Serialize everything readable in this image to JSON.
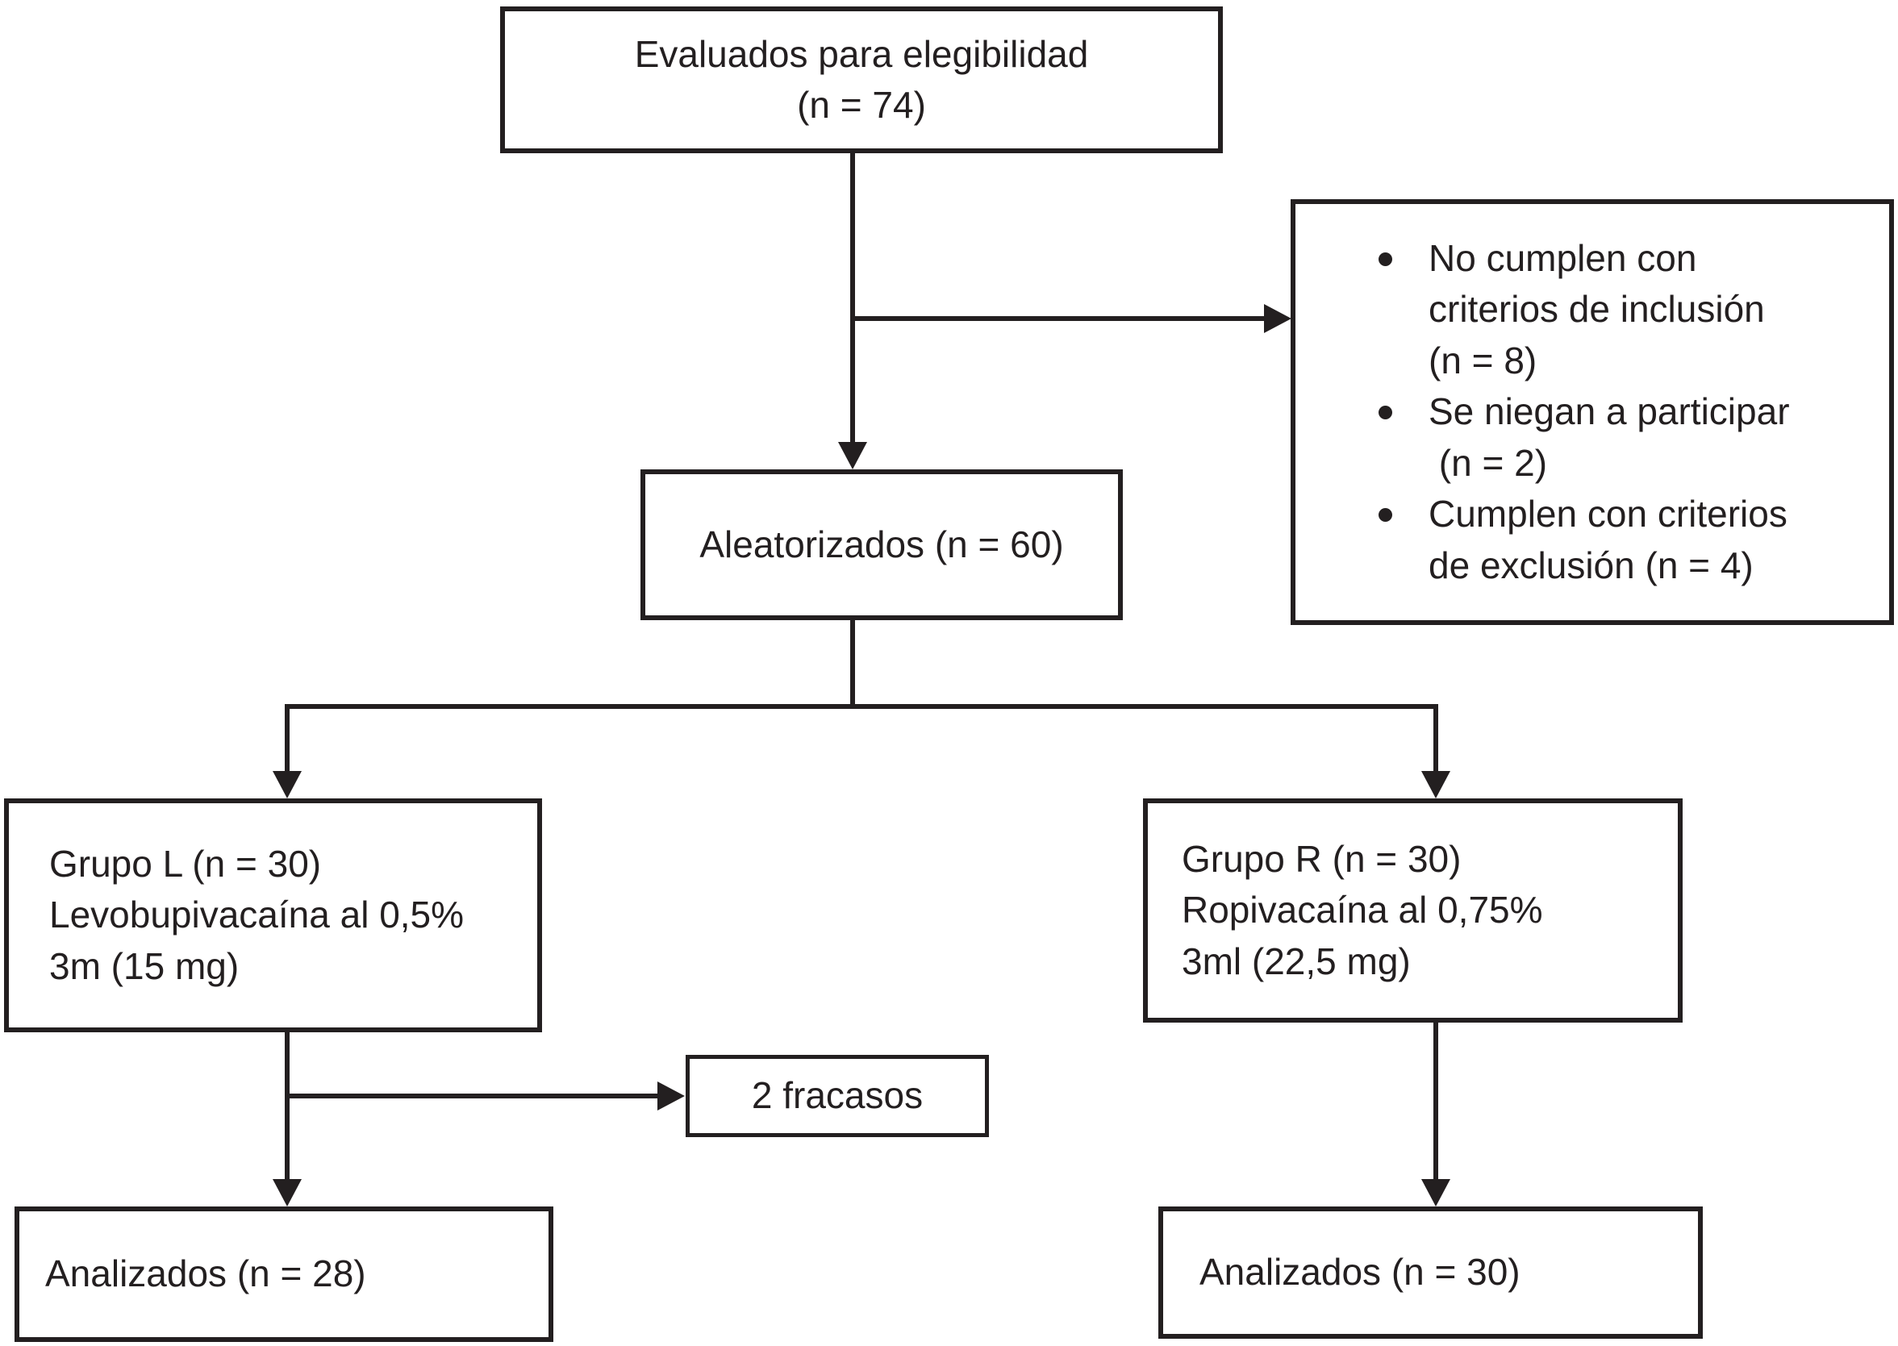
{
  "nodes": {
    "assessed": {
      "text": "Evaluados para elegibilidad\n(n = 74)",
      "n": 74
    },
    "excluded": {
      "items": [
        "No cumplen con\ncriterios de inclusión\n(n = 8)",
        "Se niegan a participar\n (n = 2)",
        "Cumplen con criterios\nde exclusión (n = 4)"
      ],
      "counts": {
        "no_inclusion_criteria": 8,
        "declined_to_participate": 2,
        "met_exclusion_criteria": 4
      }
    },
    "randomized": {
      "text": "Aleatorizados (n = 60)",
      "n": 60
    },
    "group_l": {
      "text": "Grupo L (n = 30)\nLevobupivacaína al 0,5%\n3m (15 mg)",
      "n": 30
    },
    "group_r": {
      "text": "Grupo R (n = 30)\nRopivacaína al 0,75%\n3ml (22,5 mg)",
      "n": 30
    },
    "failures": {
      "text": "2 fracasos",
      "n": 2
    },
    "analyzed_l": {
      "text": "Analizados (n = 28)",
      "n": 28
    },
    "analyzed_r": {
      "text": "Analizados (n = 30)",
      "n": 30
    }
  },
  "colors": {
    "line": "#231f20",
    "text": "#231f20",
    "background": "#ffffff"
  }
}
